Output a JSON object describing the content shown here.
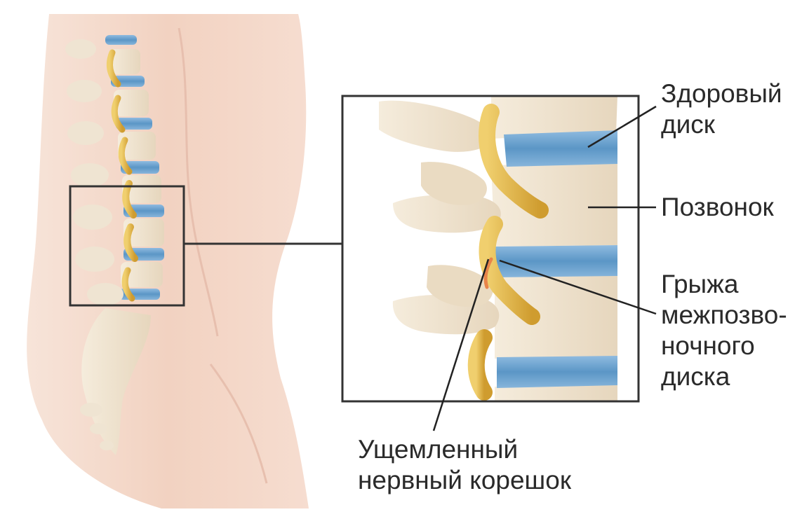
{
  "labels": {
    "healthy_disc": [
      "Здоровый",
      "диск"
    ],
    "vertebra": "Позвонок",
    "hernia": [
      "Грыжа",
      "межпозво-",
      "ночного",
      "диска"
    ],
    "pinched_nerve": [
      "Ущемленный",
      "нервный корешок"
    ]
  },
  "colors": {
    "skin": "#f3d5c6",
    "bone": "#efe3cf",
    "disc": "#6aa3cf",
    "nerve": "#e2b54a",
    "frame": "#3a3a3a",
    "text": "#2a2a2a"
  }
}
